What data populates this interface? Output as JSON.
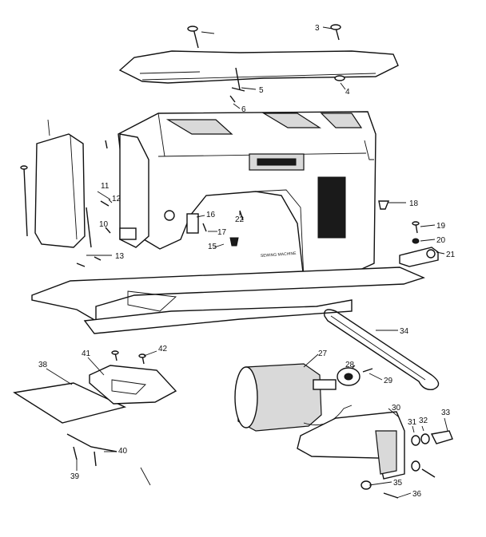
{
  "diagram": {
    "type": "exploded-parts-view",
    "part_labels": [
      "3",
      "4",
      "5",
      "6",
      "10",
      "11",
      "12",
      "13",
      "15",
      "16",
      "17",
      "18",
      "19",
      "20",
      "21",
      "22",
      "27",
      "28",
      "29",
      "30",
      "31",
      "32",
      "33",
      "34",
      "35",
      "36",
      "38",
      "39",
      "40",
      "41",
      "42"
    ],
    "machine_nameplate": "SEWING MACHINE"
  }
}
